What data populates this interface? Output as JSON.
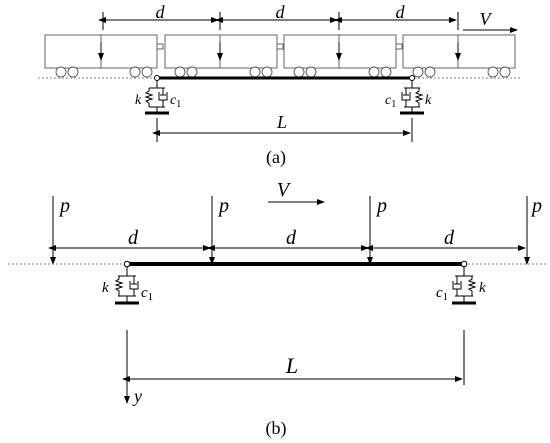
{
  "panel_a": {
    "caption": "(a)",
    "spacing_label": "d",
    "speed_label": "V",
    "span_label": "L",
    "spring_label": "k",
    "damper_label": "c",
    "damper_sub": "1",
    "car_count": 4
  },
  "panel_b": {
    "caption": "(b)",
    "load_label": "p",
    "spacing_label": "d",
    "speed_label": "V",
    "span_label": "L",
    "spring_label": "k",
    "damper_label": "c",
    "damper_sub": "1",
    "axis_label": "y"
  },
  "colors": {
    "line": "#000000",
    "car_fill": "#ffffff",
    "ground": "#888888"
  }
}
